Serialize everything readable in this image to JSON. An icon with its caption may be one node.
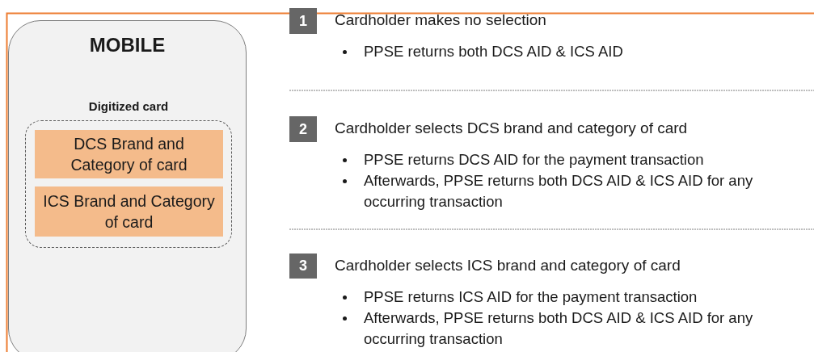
{
  "diagram": {
    "nodes": [
      {
        "text": [
          "MOBILE"
        ]
      },
      {
        "text": [
          "Digitized card"
        ],
        "in": 0
      },
      {
        "text": [
          "DCS Brand and Category of card"
        ],
        "in": 1
      },
      {
        "text": [
          "ICS Brand and Category of card"
        ],
        "in": 1
      },
      {
        "text": [
          "1"
        ]
      },
      {
        "text": [
          "2"
        ]
      },
      {
        "text": [
          "3"
        ]
      }
    ],
    "labels": [
      "Cardholder makes no selection",
      "PPSE returns both DCS AID & ICS AID",
      "Cardholder selects DCS brand and category of card",
      "PPSE returns DCS AID for the payment transaction",
      "Afterwards, PPSE returns both DCS AID & ICS AID for any occurring transaction",
      "Cardholder selects ICS brand and category of card",
      "PPSE returns ICS AID for the payment transaction",
      "Afterwards, PPSE returns both DCS AID & ICS AID for any occurring transaction"
    ]
  }
}
